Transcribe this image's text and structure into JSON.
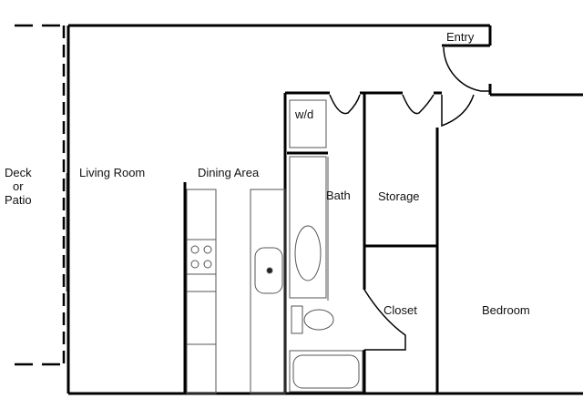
{
  "floorplan": {
    "labels": {
      "deck": "Deck",
      "or": "or",
      "patio": "Patio",
      "living_room": "Living Room",
      "dining_area": "Dining Area",
      "bath": "Bath",
      "storage": "Storage",
      "closet": "Closet",
      "bedroom": "Bedroom",
      "entry": "Entry",
      "wd": "w/d"
    },
    "colors": {
      "wall": "#000000",
      "fixture": "#555555",
      "background": "#ffffff"
    }
  }
}
